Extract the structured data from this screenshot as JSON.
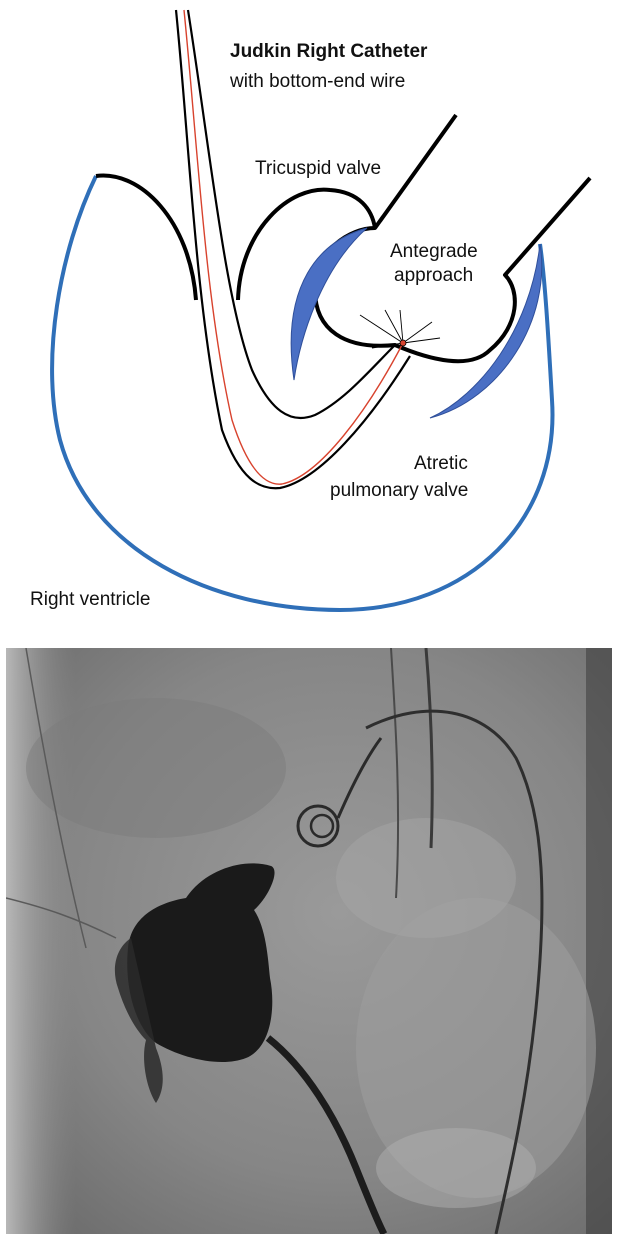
{
  "diagram": {
    "labels": {
      "catheter_title": "Judkin Right Catheter",
      "catheter_subtitle": "with bottom-end wire",
      "tricuspid": "Tricuspid valve",
      "antegrade_line1": "Antegrade",
      "antegrade_line2": "approach",
      "atretic_line1": "Atretic",
      "atretic_line2": "pulmonary valve",
      "right_ventricle": "Right ventricle"
    },
    "colors": {
      "outline": "#000000",
      "ventricle_wall": "#2f6fb8",
      "valve_leaflet": "#4a6fc4",
      "wire": "#d8432e"
    }
  },
  "fluoroscopy": {
    "description_icon": "angiogram-image",
    "colors": {
      "background": "#8a8a8a",
      "contrast": "#1a1a1a"
    }
  }
}
